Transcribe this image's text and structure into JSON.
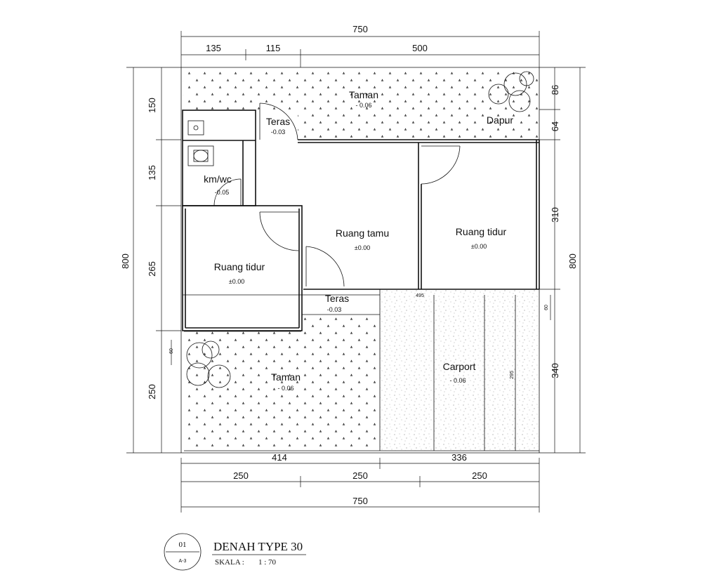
{
  "dimensions": {
    "top_total": "750",
    "top_a": "135",
    "top_b": "115",
    "top_c": "500",
    "left_total": "800",
    "left_a": "150",
    "left_b": "135",
    "left_c": "265",
    "left_d": "250",
    "right_total": "800",
    "right_a": "86",
    "right_b": "64",
    "right_c": "310",
    "right_d": "340",
    "bottom_inner_a": "414",
    "bottom_inner_b": "336",
    "bottom_a": "250",
    "bottom_b": "250",
    "bottom_c": "250",
    "bottom_total": "750",
    "small_a": "60",
    "small_b": "60",
    "small_c": "495",
    "small_d": "295"
  },
  "rooms": {
    "taman_top": {
      "name": "Taman",
      "level": "- 0.06"
    },
    "dapur": {
      "name": "Dapur"
    },
    "teras_top": {
      "name": "Teras",
      "level": "-0.03"
    },
    "kmwc": {
      "name": "km/wc",
      "level": "-0.05"
    },
    "ruang_tamu": {
      "name": "Ruang tamu",
      "level": "±0.00"
    },
    "ruang_tidur_right": {
      "name": "Ruang tidur",
      "level": "±0.00"
    },
    "ruang_tidur_left": {
      "name": "Ruang tidur",
      "level": "±0.00"
    },
    "teras_bottom": {
      "name": "Teras",
      "level": "-0.03"
    },
    "taman_bottom": {
      "name": "Taman",
      "level": "- 0.06"
    },
    "carport": {
      "name": "Carport",
      "level": "- 0.06"
    }
  },
  "title_block": {
    "number": "01",
    "sheet": "A-3",
    "title": "DENAH TYPE 30",
    "scale_label": "SKALA :",
    "scale_value": "1 : 70"
  },
  "colors": {
    "line": "#111111",
    "background": "#ffffff"
  }
}
